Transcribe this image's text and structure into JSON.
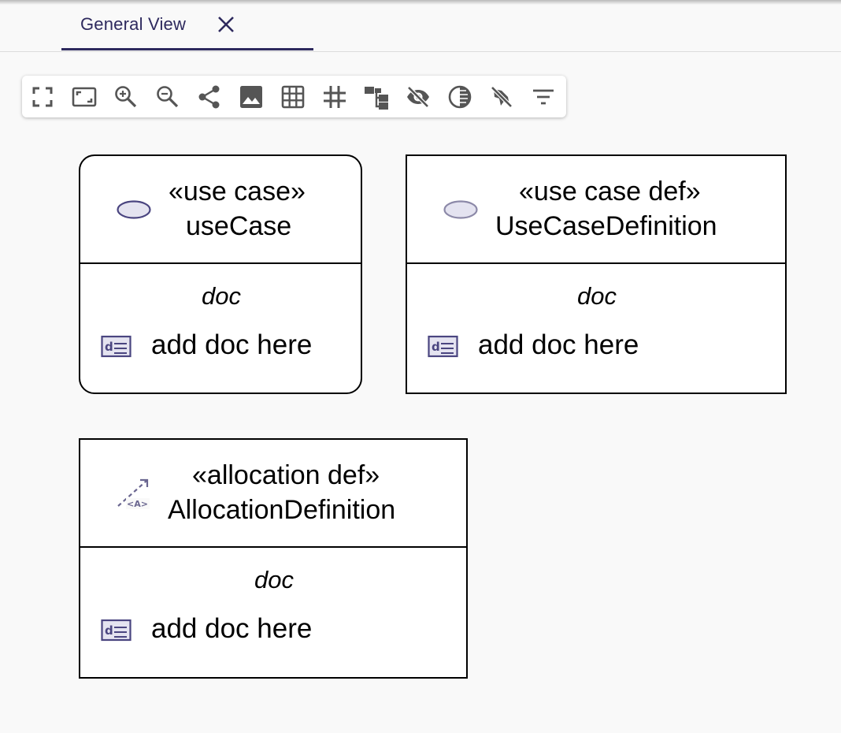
{
  "tab": {
    "title": "General View"
  },
  "toolbar": {
    "tools": [
      "fit-to-screen-icon",
      "fit-selection-icon",
      "zoom-in-icon",
      "zoom-out-icon",
      "share-icon",
      "export-image-icon",
      "grid-icon",
      "snap-grid-icon",
      "arrange-layout-icon",
      "hide-icon",
      "fade-icon",
      "unpin-icon",
      "filter-icon"
    ]
  },
  "nodes": [
    {
      "stereotype": "«use case»",
      "name": "useCase",
      "doc_label": "doc",
      "doc_text": "add doc here",
      "icon": "use-case-icon"
    },
    {
      "stereotype": "«use case def»",
      "name": "UseCaseDefinition",
      "doc_label": "doc",
      "doc_text": "add doc here",
      "icon": "use-case-def-icon"
    },
    {
      "stereotype": "«allocation def»",
      "name": "AllocationDefinition",
      "doc_label": "doc",
      "doc_text": "add doc here",
      "icon": "allocation-def-icon"
    }
  ],
  "colors": {
    "accent": "#2e2a5e",
    "icon_fill": "#e4e3f0",
    "icon_stroke": "#4a4580",
    "toolbar_icon": "#555555"
  }
}
